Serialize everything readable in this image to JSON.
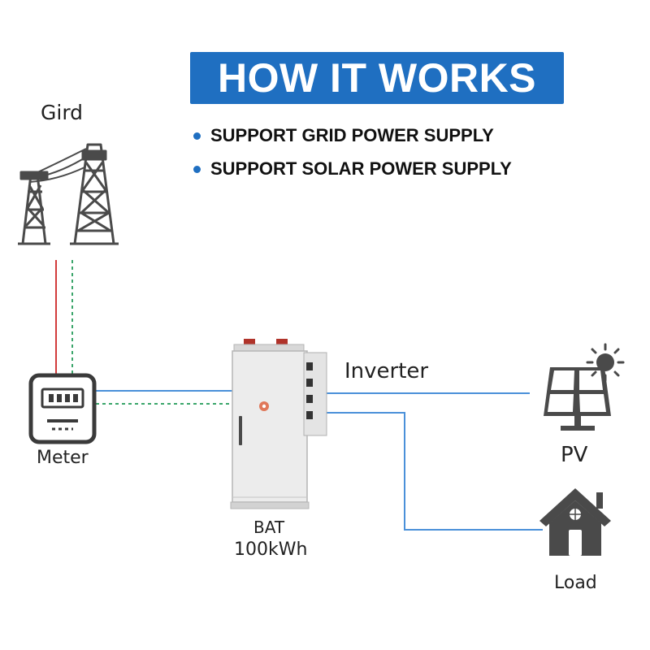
{
  "header": {
    "title": "HOW IT WORKS",
    "bullets": [
      "SUPPORT GRID POWER SUPPLY",
      "SUPPORT SOLAR POWER SUPPLY"
    ]
  },
  "labels": {
    "grid": "Gird",
    "meter": "Meter",
    "inverter": "Inverter",
    "bat_name": "BAT",
    "bat_capacity": "100kWh",
    "pv": "PV",
    "load": "Load"
  },
  "icons": [
    "power-tower-icon",
    "meter-icon",
    "battery-cabinet-icon",
    "inverter-icon",
    "solar-panel-icon",
    "sun-icon",
    "house-icon"
  ],
  "colors": {
    "accent": "#1f6fc1",
    "grid_line": "#d23b3b",
    "dashed_line": "#3aa56a",
    "flow_line": "#4a90d9",
    "icon_dark": "#4a4a4a"
  }
}
